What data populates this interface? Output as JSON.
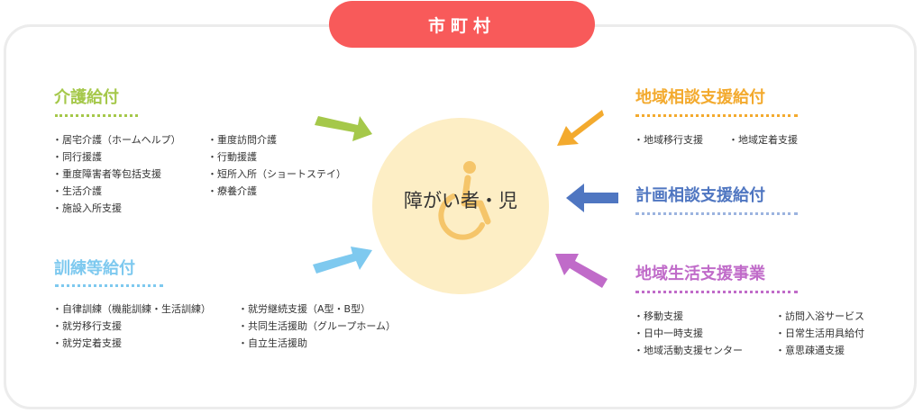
{
  "municipality": "市町村",
  "center": {
    "title": "障がい者・児",
    "icon": "wheelchair-icon"
  },
  "colors": {
    "municipality": "#f85a5a",
    "kaigo": "#a5c84a",
    "kunren": "#7ec9ef",
    "chiiki_soudan": "#f3aa2e",
    "keikaku_soudan": "#4f76c1",
    "chiiki_seikatsu": "#c06bc9",
    "center": "#fdeec5"
  },
  "groups": {
    "kaigo": {
      "title": "介護給付",
      "col1": [
        "居宅介護（ホームヘルプ）",
        "同行援護",
        "重度障害者等包括支援",
        "生活介護",
        "施設入所支援"
      ],
      "col2": [
        "重度訪問介護",
        "行動援護",
        "短所入所（ショートステイ）",
        "療養介護"
      ]
    },
    "kunren": {
      "title": "訓練等給付",
      "col1": [
        "自律訓練（機能訓練・生活訓練）",
        "就労移行支援",
        "就労定着支援"
      ],
      "col2": [
        "就労継続支援（A型・B型）",
        "共同生活援助（グループホーム）",
        "自立生活援助"
      ]
    },
    "chiiki_soudan": {
      "title": "地域相談支援給付",
      "col1": [
        "地域移行支援"
      ],
      "col2": [
        "地域定着支援"
      ]
    },
    "keikaku_soudan": {
      "title": "計画相談支援給付"
    },
    "chiiki_seikatsu": {
      "title": "地域生活支援事業",
      "col1": [
        "移動支援",
        "日中一時支援",
        "地域活動支援センター"
      ],
      "col2": [
        "訪問入浴サービス",
        "日常生活用具給付",
        "意思疎通支援"
      ]
    }
  }
}
